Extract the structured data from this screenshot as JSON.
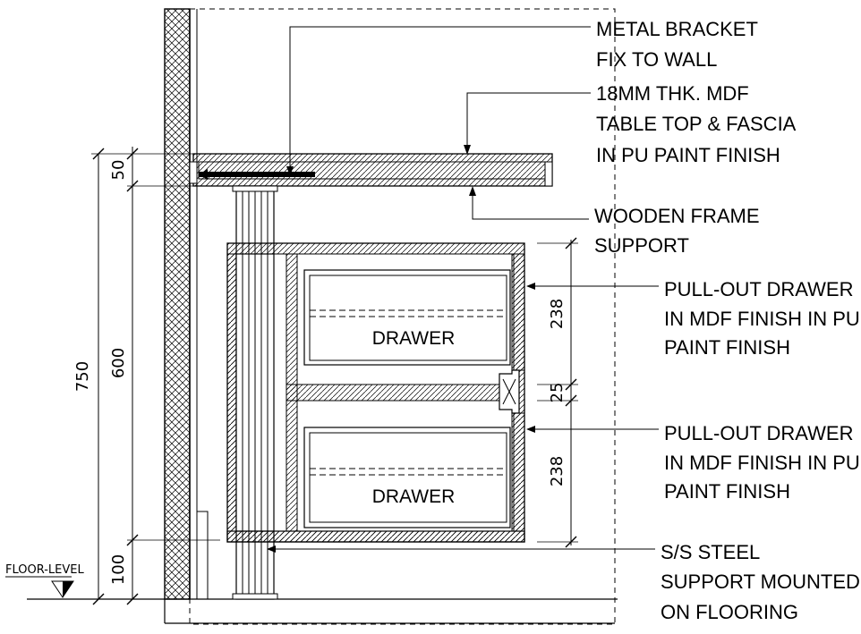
{
  "callouts": {
    "bracket": [
      "METAL BRACKET",
      "FIX TO WALL"
    ],
    "table_top": [
      "18MM THK. MDF",
      "TABLE TOP & FASCIA",
      "IN PU PAINT FINISH"
    ],
    "frame": [
      "WOODEN FRAME",
      "SUPPORT"
    ],
    "drawer_top": [
      "PULL-OUT DRAWER",
      "IN MDF FINISH IN PU",
      "PAINT FINISH"
    ],
    "drawer_bottom": [
      "PULL-OUT DRAWER",
      "IN MDF FINISH IN PU",
      "PAINT FINISH"
    ],
    "steel": [
      "S/S STEEL",
      "SUPPORT MOUNTED",
      "ON FLOORING"
    ]
  },
  "drawer_labels": [
    "DRAWER",
    "DRAWER"
  ],
  "dimensions": {
    "total": "750",
    "body": "600",
    "top": "50",
    "base": "100",
    "drawer_upper": "238",
    "gap": "25",
    "drawer_lower": "238"
  },
  "floor_level": "FLOOR-LEVEL"
}
